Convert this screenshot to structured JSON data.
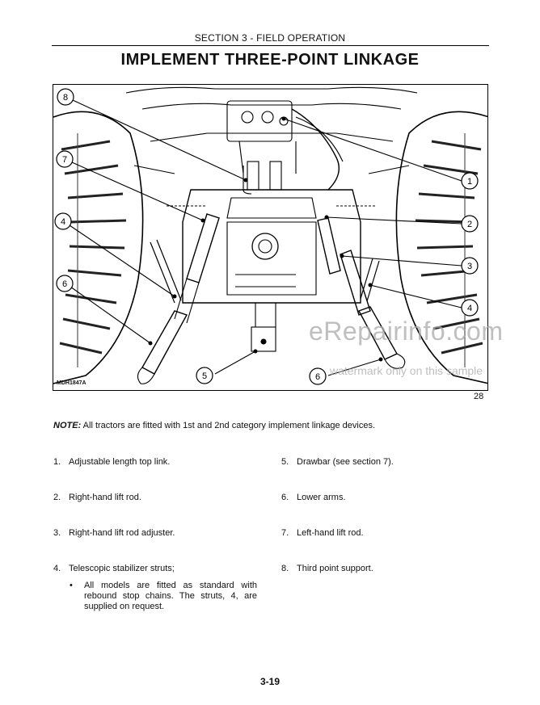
{
  "header": {
    "section": "SECTION 3 - FIELD OPERATION"
  },
  "title": "IMPLEMENT THREE-POINT LINKAGE",
  "figure": {
    "code": "MDH1847A",
    "number": "28",
    "callouts": [
      "1",
      "2",
      "3",
      "4",
      "4",
      "5",
      "6",
      "6",
      "7",
      "8"
    ]
  },
  "watermark": {
    "main": "eRepairinfo.com",
    "sub": "watermark only on this sample"
  },
  "note": {
    "label": "NOTE:",
    "text": " All tractors are fitted with 1st and 2nd category implement linkage devices."
  },
  "items": [
    {
      "num": "1.",
      "text": "Adjustable length top link."
    },
    {
      "num": "2.",
      "text": "Right-hand lift rod."
    },
    {
      "num": "3.",
      "text": "Right-hand lift rod adjuster."
    },
    {
      "num": "4.",
      "text": "Telescopic stabilizer struts;"
    },
    {
      "num": "5.",
      "text": "Drawbar (see section 7)."
    },
    {
      "num": "6.",
      "text": "Lower arms."
    },
    {
      "num": "7.",
      "text": "Left-hand lift rod."
    },
    {
      "num": "8.",
      "text": "Third point support."
    }
  ],
  "bullet": {
    "symbol": "•",
    "text": "All models are fitted as standard with rebound stop chains. The struts, 4, are supplied on request."
  },
  "page_number": "3-19"
}
